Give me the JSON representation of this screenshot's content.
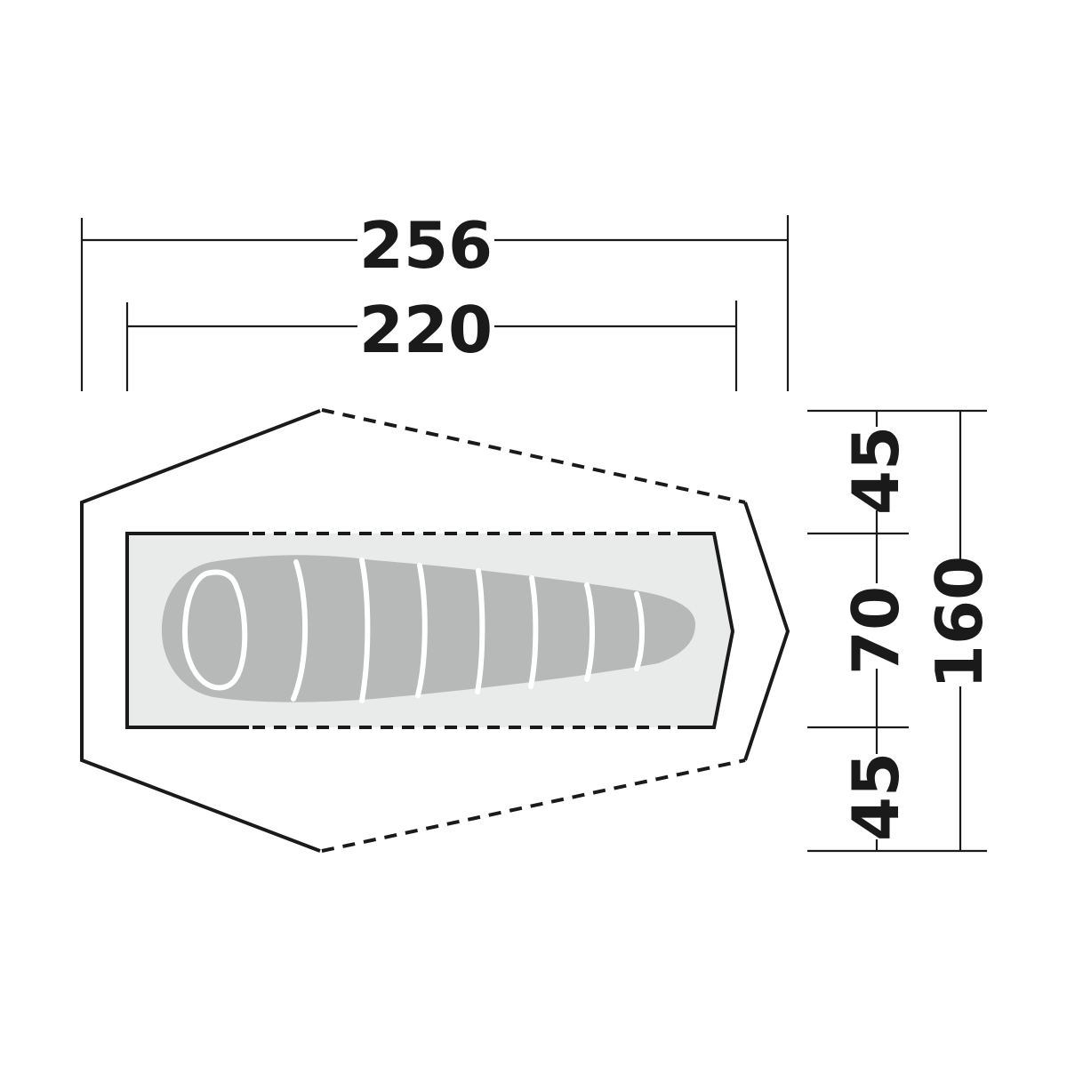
{
  "colors": {
    "background": "#ffffff",
    "line": "#1a1a1a",
    "inner_fill": "#e9eaea",
    "bag_fill": "#b7b8b8",
    "bag_seam": "#ffffff"
  },
  "dimensions": {
    "outer_length": "256",
    "inner_length": "220",
    "width_top": "45",
    "width_middle": "70",
    "width_bottom": "45",
    "total_width": "160"
  }
}
